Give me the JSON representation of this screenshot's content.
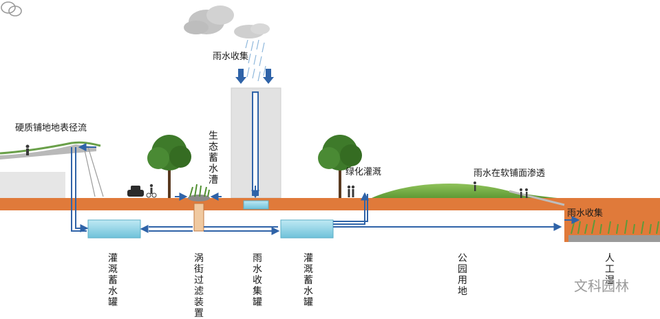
{
  "labels": {
    "rain_collect_top": "雨水收集",
    "hard_paving_runoff": "硬质铺地地表径流",
    "eco_swale": "生态蓄水漕",
    "green_irrigation": "绿化灌溉",
    "soft_paving_infiltration": "雨水在软铺面渗透",
    "rain_collect_right": "雨水收集",
    "irrigation_tank_left": "灌溉蓄水罐",
    "street_filter": "涡街过滤装置",
    "rain_collect_tank": "雨水收集罐",
    "irrigation_tank_mid": "灌溉蓄水罐",
    "park_land": "公园用地",
    "artificial_wetland": "人工湿"
  },
  "watermark": {
    "text": "文科园林"
  },
  "colors": {
    "soil": "#e07a3a",
    "water_tank": "#8fd3e6",
    "pipe": "#2f63a8",
    "building": "#e2e2e2",
    "grass_hill": "#7fb04a",
    "cloud": "#b9b9b9",
    "tree_canopy": "#3e7a2a"
  }
}
